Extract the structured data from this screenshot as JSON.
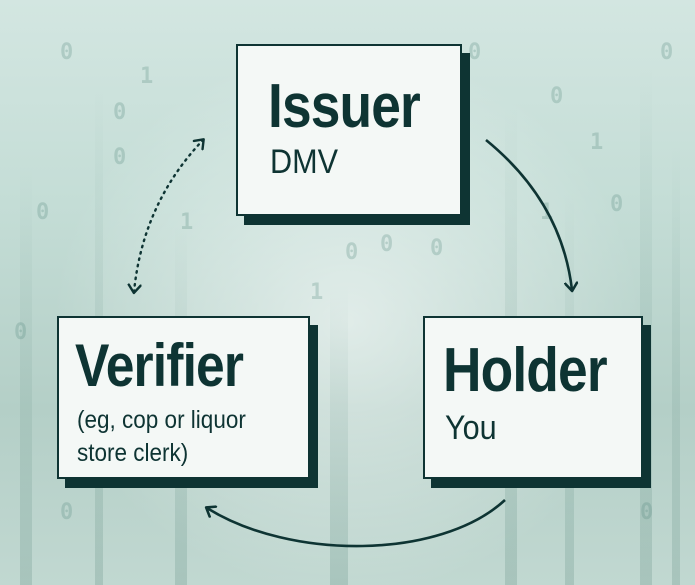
{
  "nodes": {
    "issuer": {
      "title": "Issuer",
      "subtitle": "DMV"
    },
    "verifier": {
      "title": "Verifier",
      "subtitle_line1": "(eg, cop or liquor",
      "subtitle_line2": "store clerk)"
    },
    "holder": {
      "title": "Holder",
      "subtitle": "You"
    }
  },
  "edges": [
    {
      "from": "issuer",
      "to": "holder",
      "style": "solid"
    },
    {
      "from": "holder",
      "to": "verifier",
      "style": "solid"
    },
    {
      "from": "verifier",
      "to": "issuer",
      "style": "dotted",
      "bidirectional": true
    }
  ],
  "colors": {
    "ink": "#0e3433",
    "box_fill": "#f4f8f6"
  },
  "background": {
    "icon": "binary-data-cityscape"
  }
}
